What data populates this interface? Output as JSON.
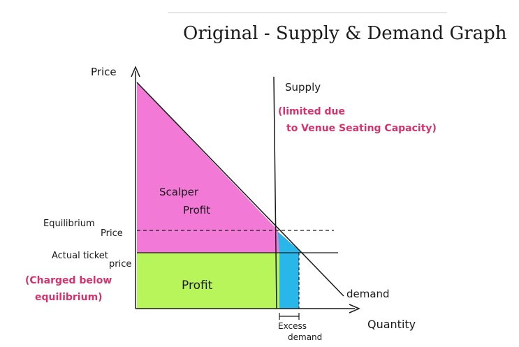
{
  "title": "Original - Supply & Demand Graph",
  "axes": {
    "y_label": "Price",
    "x_label": "Quantity"
  },
  "supply": {
    "label": "Supply",
    "note_line1": "(limited due",
    "note_line2": "to Venue Seating Capacity)"
  },
  "demand": {
    "label": "demand"
  },
  "regions": {
    "scalper_line1": "Scalper",
    "scalper_line2": "Profit",
    "profit": "Profit",
    "excess_line1": "Excess",
    "excess_line2": "demand"
  },
  "price_levels": {
    "equilibrium_line1": "Equilibrium",
    "equilibrium_line2": "Price",
    "actual_line1": "Actual ticket",
    "actual_line2": "price",
    "charged_line1": "(Charged below",
    "charged_line2": "equilibrium)"
  },
  "colors": {
    "scalper": "#f27ad6",
    "profit": "#b8f55a",
    "excess": "#29b6e8",
    "note": "#d6336c",
    "ink": "#1a1a1a"
  }
}
